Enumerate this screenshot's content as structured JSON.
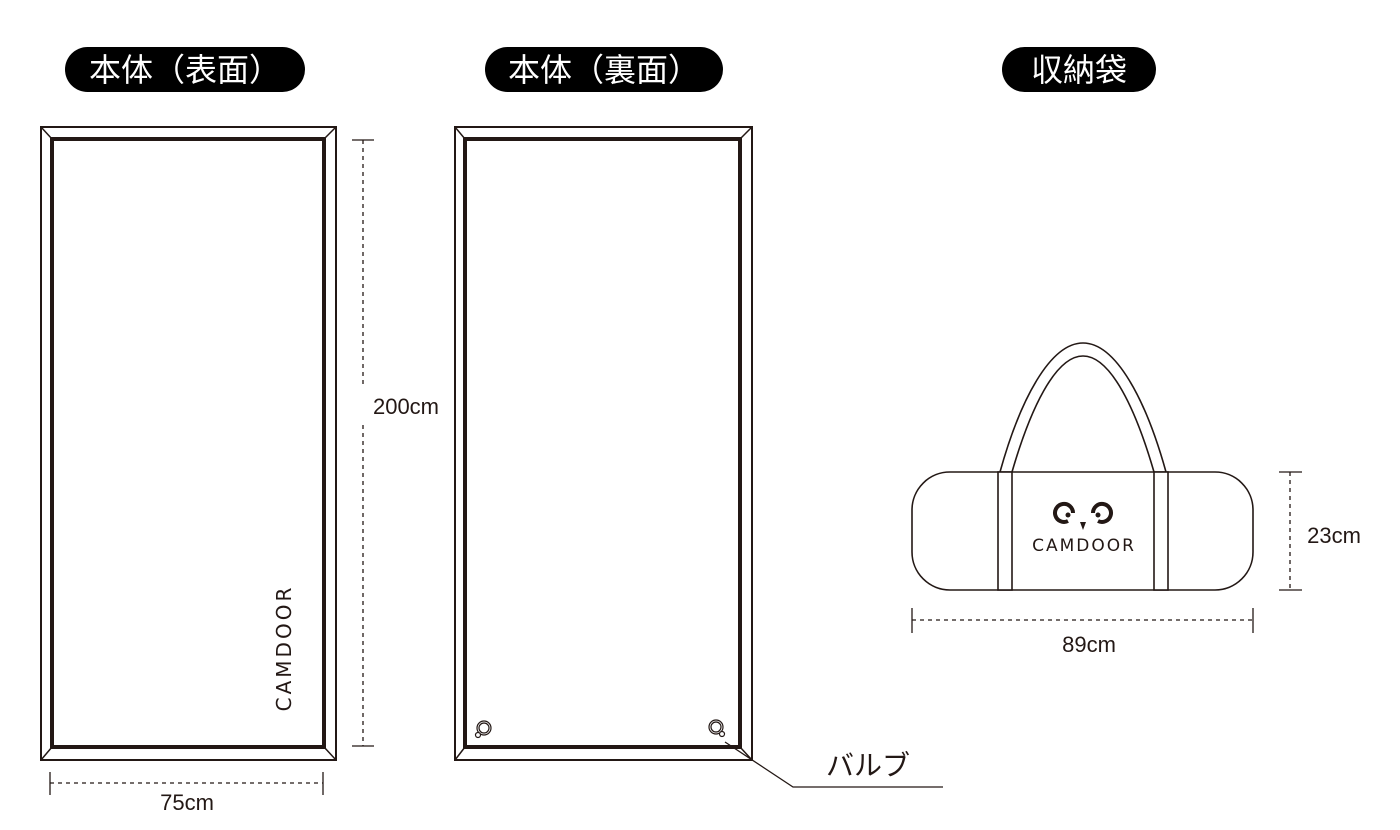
{
  "titles": {
    "front": "本体（表面）",
    "back": "本体（裏面）",
    "bag": "収納袋"
  },
  "dimensions": {
    "mat_length": "200cm",
    "mat_width": "75cm",
    "bag_height": "23cm",
    "bag_length": "89cm"
  },
  "callouts": {
    "valve": "バルブ"
  },
  "brand": {
    "name": "CAMDOOR"
  },
  "colors": {
    "ink": "#231815",
    "pill": "#000000"
  }
}
